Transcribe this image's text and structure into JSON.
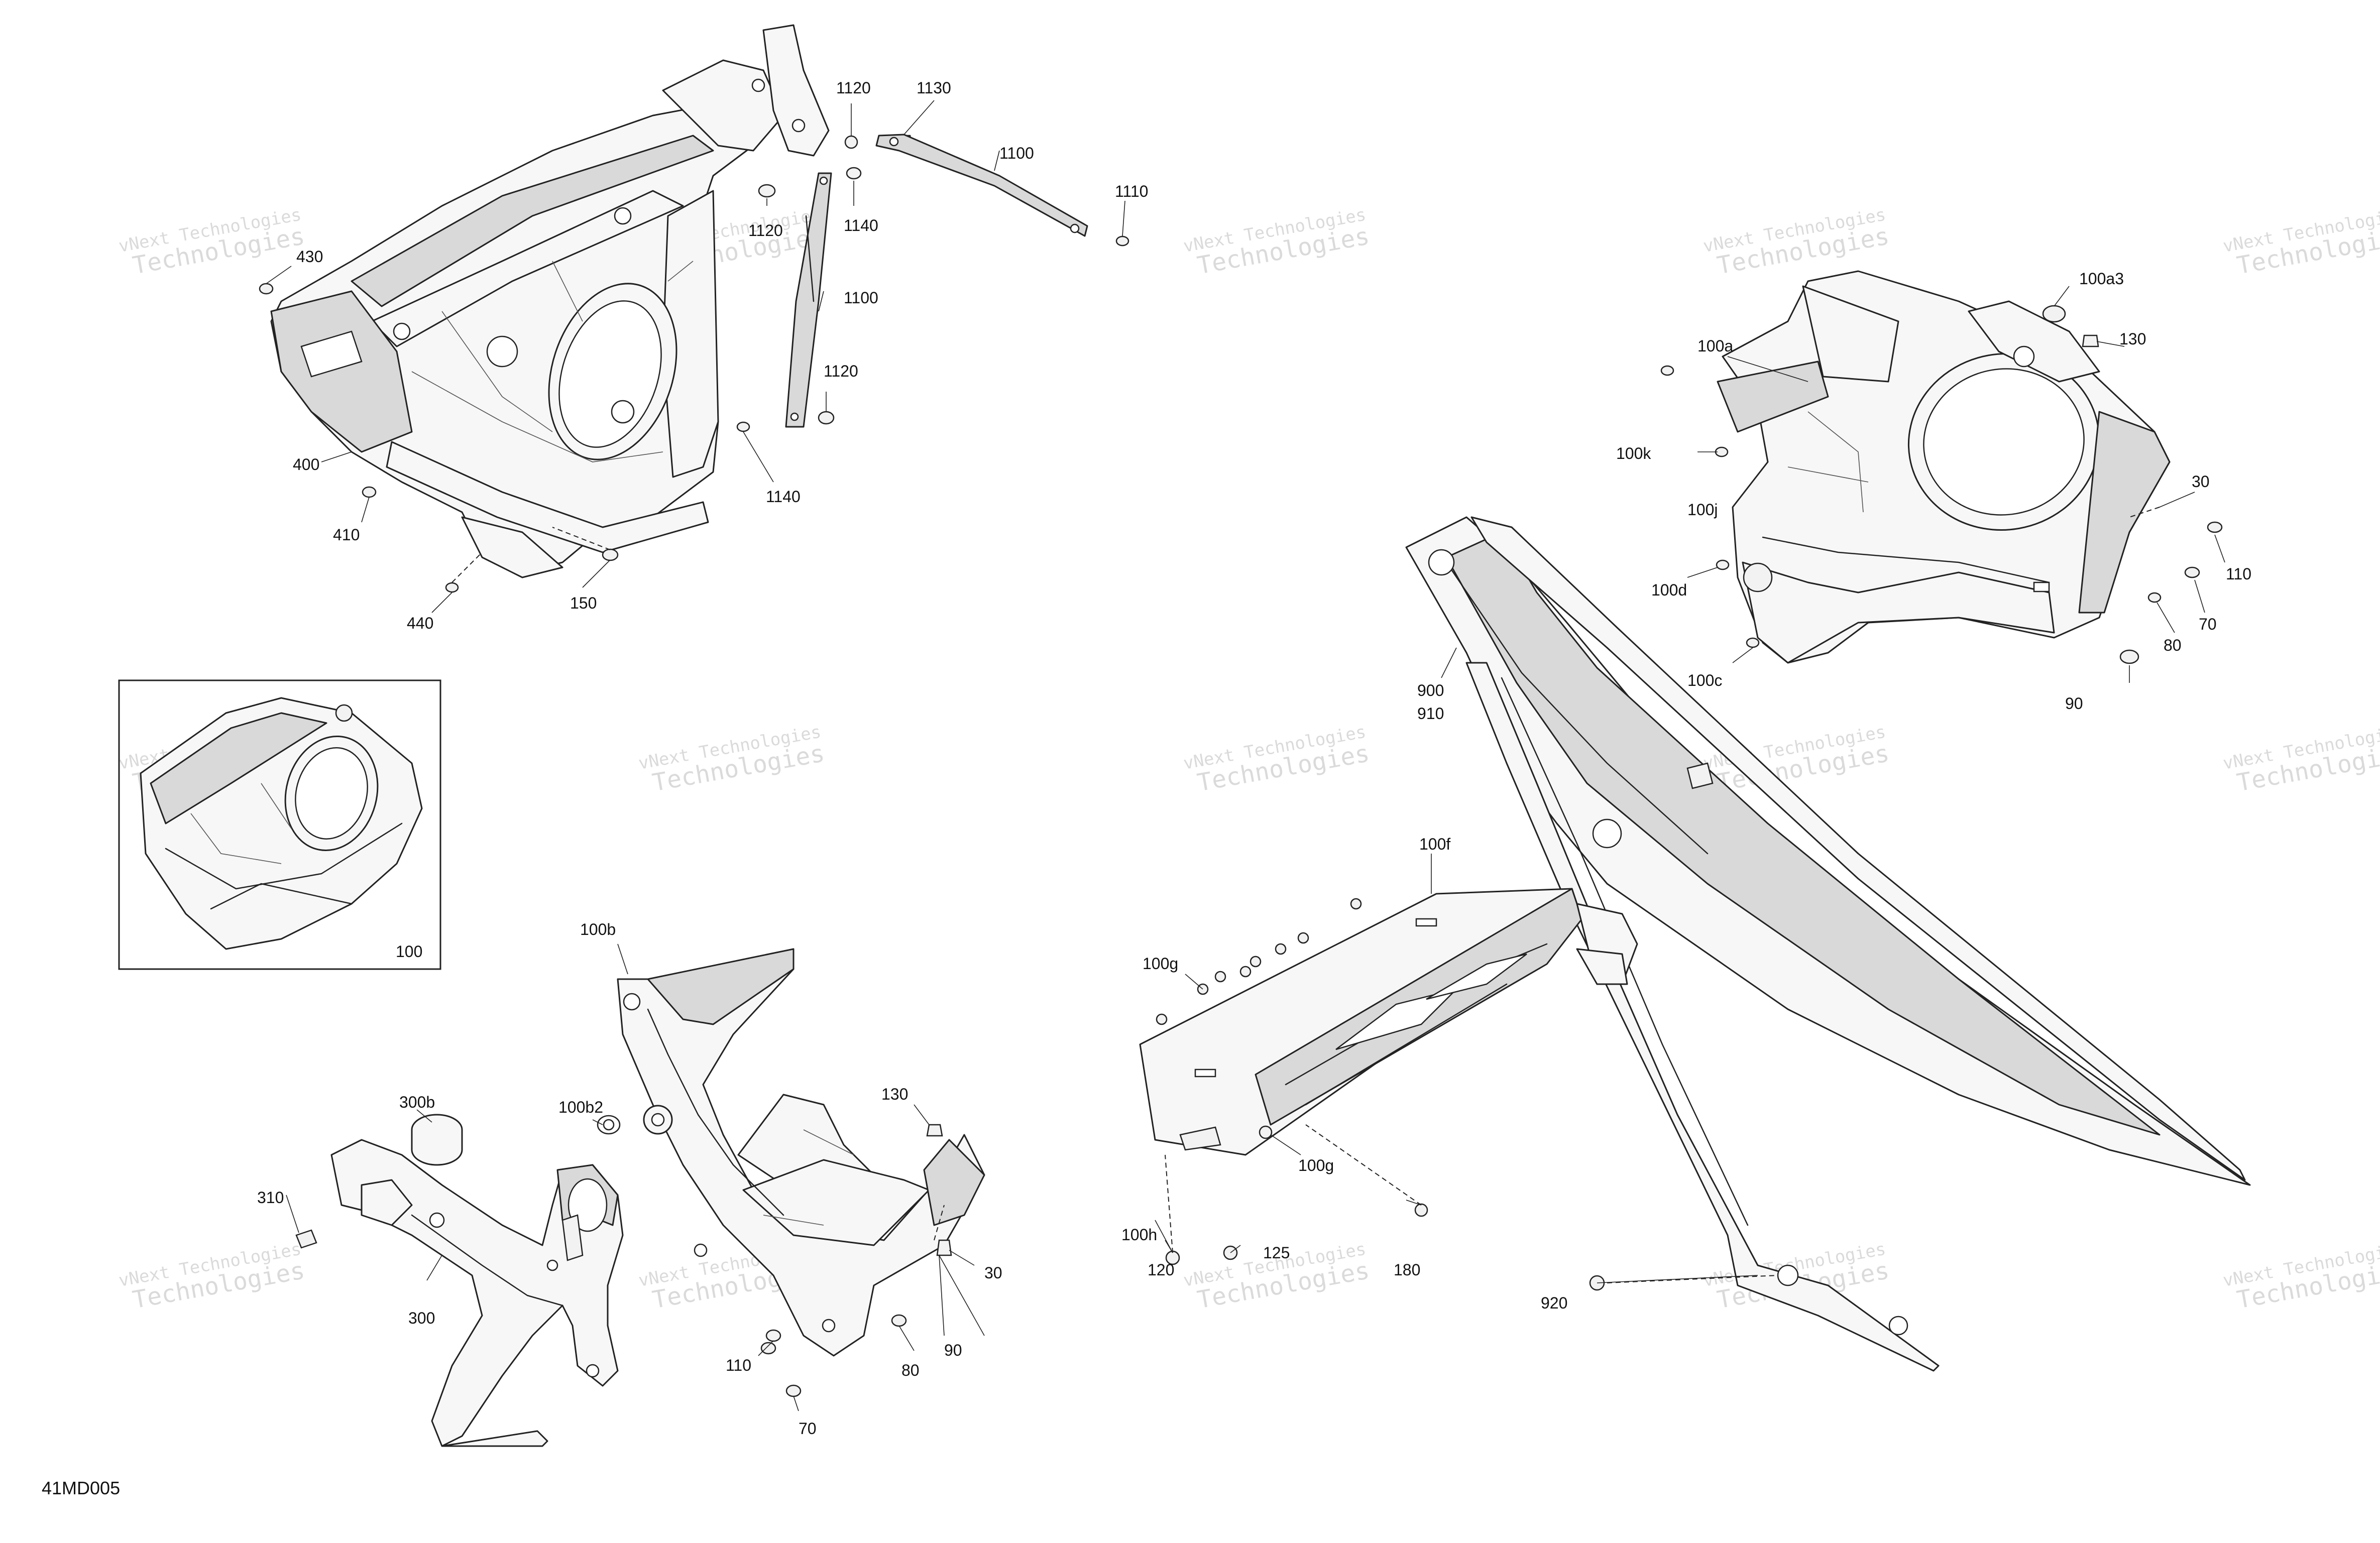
{
  "document_id": "41MD005",
  "inset_label": "100",
  "callouts": [
    {
      "id": "c1120a",
      "label": "1120"
    },
    {
      "id": "c1130",
      "label": "1130"
    },
    {
      "id": "c1100a",
      "label": "1100"
    },
    {
      "id": "c1110",
      "label": "1110"
    },
    {
      "id": "c1120b",
      "label": "1120"
    },
    {
      "id": "c1140a",
      "label": "1140"
    },
    {
      "id": "c1100b",
      "label": "1100"
    },
    {
      "id": "c1120c",
      "label": "1120"
    },
    {
      "id": "c1140b",
      "label": "1140"
    },
    {
      "id": "c430",
      "label": "430"
    },
    {
      "id": "c400",
      "label": "400"
    },
    {
      "id": "c410",
      "label": "410"
    },
    {
      "id": "c440",
      "label": "440"
    },
    {
      "id": "c150",
      "label": "150"
    },
    {
      "id": "c100a3",
      "label": "100a3"
    },
    {
      "id": "c100a",
      "label": "100a"
    },
    {
      "id": "c130a",
      "label": "130"
    },
    {
      "id": "c100k",
      "label": "100k"
    },
    {
      "id": "c100j",
      "label": "100j"
    },
    {
      "id": "c30a",
      "label": "30"
    },
    {
      "id": "c100d",
      "label": "100d"
    },
    {
      "id": "c110a",
      "label": "110"
    },
    {
      "id": "c70a",
      "label": "70"
    },
    {
      "id": "c80a",
      "label": "80"
    },
    {
      "id": "c100c",
      "label": "100c"
    },
    {
      "id": "c90a",
      "label": "90"
    },
    {
      "id": "c900",
      "label": "900"
    },
    {
      "id": "c910",
      "label": "910"
    },
    {
      "id": "c100f",
      "label": "100f"
    },
    {
      "id": "c100g1",
      "label": "100g"
    },
    {
      "id": "c100g2",
      "label": "100g"
    },
    {
      "id": "c100h",
      "label": "100h"
    },
    {
      "id": "c120",
      "label": "120"
    },
    {
      "id": "c125",
      "label": "125"
    },
    {
      "id": "c180",
      "label": "180"
    },
    {
      "id": "c920",
      "label": "920"
    },
    {
      "id": "c100b",
      "label": "100b"
    },
    {
      "id": "c300b",
      "label": "300b"
    },
    {
      "id": "c100b2",
      "label": "100b2"
    },
    {
      "id": "c130b",
      "label": "130"
    },
    {
      "id": "c310",
      "label": "310"
    },
    {
      "id": "c300",
      "label": "300"
    },
    {
      "id": "c30b",
      "label": "30"
    },
    {
      "id": "c110b",
      "label": "110"
    },
    {
      "id": "c90b",
      "label": "90"
    },
    {
      "id": "c80b",
      "label": "80"
    },
    {
      "id": "c70b",
      "label": "70"
    }
  ],
  "watermarks": [
    {
      "id": "w1",
      "line1": "vNext Technologies",
      "line2": "Technologies"
    },
    {
      "id": "w2",
      "line1": "vNext Technologies",
      "line2": "Technologies"
    },
    {
      "id": "w3",
      "line1": "vNext Technologies",
      "line2": "Technologies"
    },
    {
      "id": "w4",
      "line1": "vNext Technologies",
      "line2": "Technologies"
    },
    {
      "id": "w5",
      "line1": "vNext Technologies",
      "line2": "Technologies"
    },
    {
      "id": "w6",
      "line1": "vNext Technologies",
      "line2": "Technologies"
    },
    {
      "id": "w7",
      "line1": "vNext Technologies",
      "line2": "Technologies"
    },
    {
      "id": "w8",
      "line1": "vNext Technologies",
      "line2": "Technologies"
    },
    {
      "id": "w9",
      "line1": "vNext Technologies",
      "line2": "Technologies"
    },
    {
      "id": "w10",
      "line1": "vNext Technologies",
      "line2": "Technologies"
    },
    {
      "id": "w11",
      "line1": "vNext Technologies",
      "line2": "Technologies"
    },
    {
      "id": "w12",
      "line1": "vNext Technologies",
      "line2": "Technologies"
    },
    {
      "id": "w13",
      "line1": "vNext Technologies",
      "line2": "Technologies"
    },
    {
      "id": "w14",
      "line1": "vNext Technologies",
      "line2": "Technologies"
    },
    {
      "id": "w15",
      "line1": "vNext Technologies",
      "line2": "Technologies"
    }
  ]
}
